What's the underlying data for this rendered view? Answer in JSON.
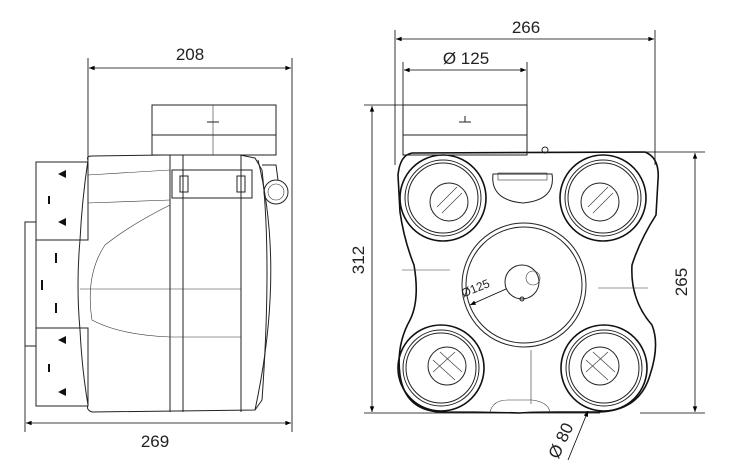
{
  "side_view": {
    "dimensions": {
      "top_width": "208",
      "bottom_width": "269"
    }
  },
  "front_view": {
    "dimensions": {
      "width": "266",
      "top_duct_diameter": "Ø 125",
      "height_total": "312",
      "height_body": "265",
      "center_port_diameter": "Ø125",
      "port_diameter": "Ø 80"
    }
  }
}
